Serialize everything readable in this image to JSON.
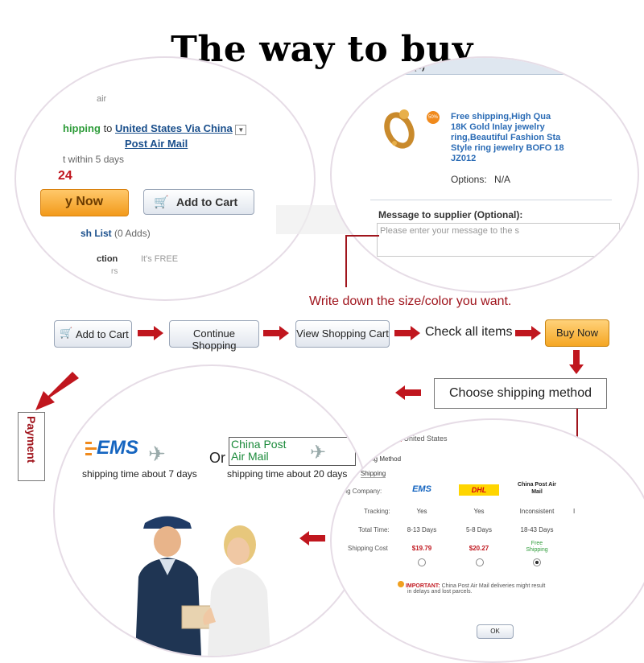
{
  "title": "The way to buy",
  "circle1": {
    "top_text": "air",
    "shipping_prefix": "hipping",
    "shipping_to": "to",
    "shipping_link_1": "United States Via China",
    "shipping_link_2": "Post Air Mail",
    "delivery": "t within 5 days",
    "price": "24",
    "buy_now": "y Now",
    "add_to_cart": "Add to Cart",
    "wish_list_link": "sh List",
    "wish_list_count": "(0 Adds)",
    "protection": "ction",
    "free": "It's FREE",
    "more": "rs"
  },
  "circle2": {
    "header": "Product(s)",
    "badge": "50%",
    "desc_1": "Free shipping,High Qua",
    "desc_2": "18K Gold Inlay jewelry",
    "desc_3": "ring,Beautiful Fashion Sta",
    "desc_4": "Style ring jewelry BOFO 18",
    "desc_5": "JZ012",
    "options_label": "Options:",
    "options_value": "N/A",
    "message_label": "Message to supplier (Optional):",
    "message_placeholder": "Please enter your message to the s"
  },
  "note": "Write down the size/color you want.",
  "flow": {
    "add_to_cart": "Add to Cart",
    "continue_shopping": "Continue Shopping",
    "view_cart": "View Shopping Cart",
    "check_items": "Check all items",
    "buy_now": "Buy Now",
    "choose_shipping": "Choose shipping method",
    "payment": "Payment"
  },
  "circle3": {
    "ems_logo": "EMS",
    "or": "Or",
    "china_post_1": "China Post",
    "china_post_2": "Air Mail",
    "ems_time": "shipping time about 7 days",
    "china_time": "shipping time about 20 days"
  },
  "circle4": {
    "country": "United States",
    "method_label": "ping Method",
    "shipping_label": "Shipping",
    "company_label": "pping Company:",
    "tracking_label": "Tracking:",
    "total_time_label": "Total Time:",
    "cost_label": "Shipping Cost",
    "companies": [
      "EMS",
      "DHL",
      "China Post Air Mail"
    ],
    "tracking": [
      "Yes",
      "Yes",
      "Inconsistent"
    ],
    "total_time": [
      "8-13 Days",
      "5-8 Days",
      "18-43 Days"
    ],
    "cost": [
      "$19.79",
      "$20.27",
      "Free Shipping"
    ],
    "important_label": "IMPORTANT:",
    "important_text_1": "China Post Air Mail deliveries might result",
    "important_text_2": "in delays and lost parcels.",
    "ok": "OK",
    "extra_col": "I"
  },
  "colors": {
    "arrow_red": "#c0161e",
    "link_blue": "#1a4f8c",
    "buy_orange": "#f5a623",
    "ems_blue": "#1565c0",
    "china_post_green": "#1a8a3a",
    "free_green": "#2e9c3a"
  }
}
